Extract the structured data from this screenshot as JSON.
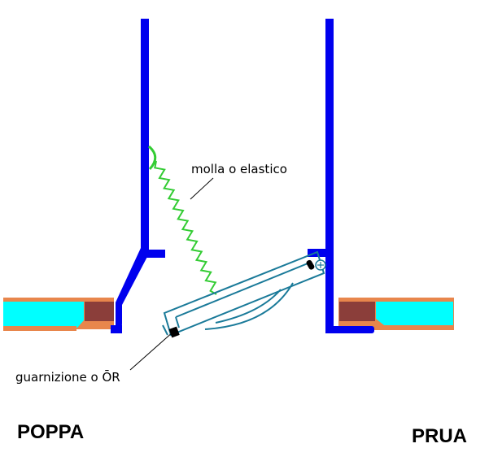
{
  "labels": {
    "spring": "molla o elastico",
    "gasket": "guarnizione o ŌR",
    "stern": "POPPA",
    "bow": "PRUA"
  },
  "colors": {
    "wall": "#0000ee",
    "spring": "#33cc33",
    "flap": "#1a7a99",
    "hull_outer": "#e8864c",
    "hull_core": "#8b3e3a",
    "hull_water": "#00ffff",
    "gasket": "#000000"
  }
}
